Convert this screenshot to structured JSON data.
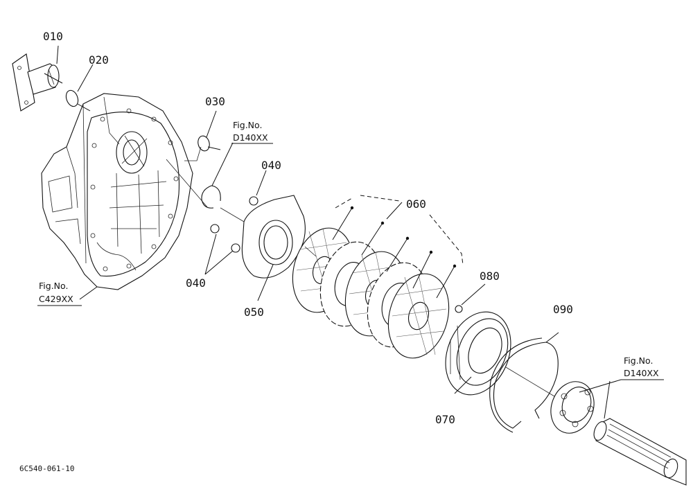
{
  "labels": {
    "p010": "010",
    "p020": "020",
    "p030": "030",
    "p040a": "040",
    "p040b": "040",
    "p050": "050",
    "p060": "060",
    "p070": "070",
    "p080": "080",
    "p090": "090"
  },
  "references": {
    "ref1": {
      "line1": "Fig.No.",
      "line2": "D140XX"
    },
    "ref2": {
      "line1": "Fig.No.",
      "line2": "C429XX"
    },
    "ref3": {
      "line1": "Fig.No.",
      "line2": "D140XX"
    }
  },
  "footer": {
    "code": "6C540-061-10"
  }
}
